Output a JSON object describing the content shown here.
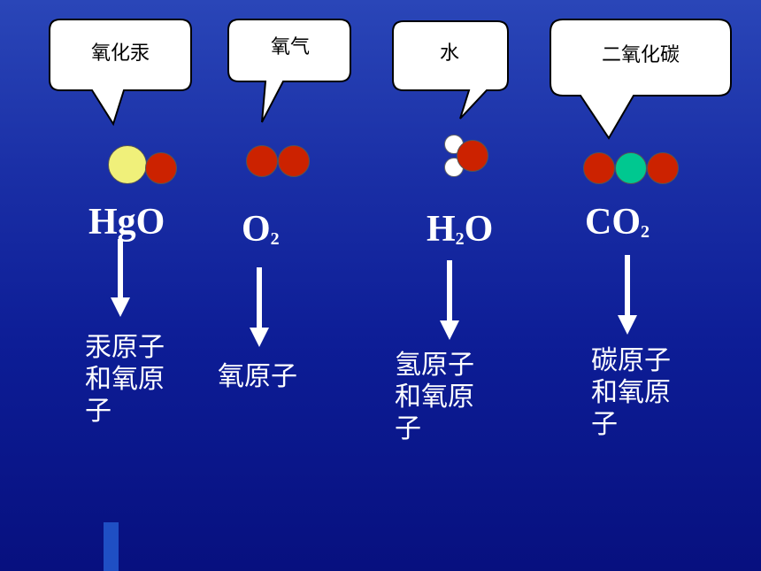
{
  "colors": {
    "oxygen": "#cc2200",
    "mercury": "#f0f07a",
    "hydrogen": "#ffffff",
    "carbon": "#00c890"
  },
  "molecules": [
    {
      "name_label": "氧化汞",
      "formula_main": "HgO",
      "formula_sub": "",
      "formula_tail": "",
      "description": "汞原子和氧原子"
    },
    {
      "name_label": "氧气",
      "formula_main": "O",
      "formula_sub": "2",
      "formula_tail": "",
      "description": "氧原子"
    },
    {
      "name_label": "水",
      "formula_main": "H",
      "formula_sub": "2",
      "formula_tail": "O",
      "description": "氢原子和氧原子"
    },
    {
      "name_label": "二氧化碳",
      "formula_main": "CO",
      "formula_sub": "2",
      "formula_tail": "",
      "description": "碳原子和氧原子"
    }
  ]
}
